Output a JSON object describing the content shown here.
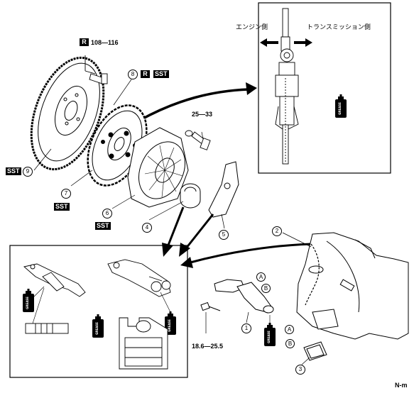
{
  "labels": {
    "engine_side": "エンジン側",
    "transmission_side": "トランスミッション側",
    "unit": "N-m",
    "grease": "GREASE"
  },
  "badges": {
    "r": "R",
    "sst": "SST"
  },
  "torques": {
    "flywheel_bolt": "108—116",
    "cover_bolt": "25—33",
    "slave_bolt": "18.6—25.5"
  },
  "parts": {
    "p1": "1",
    "p2": "2",
    "p3": "3",
    "p4": "4",
    "p5": "5",
    "p6": "6",
    "p7": "7",
    "p8": "8",
    "p9": "9"
  },
  "points": {
    "a": "A",
    "b": "B"
  }
}
